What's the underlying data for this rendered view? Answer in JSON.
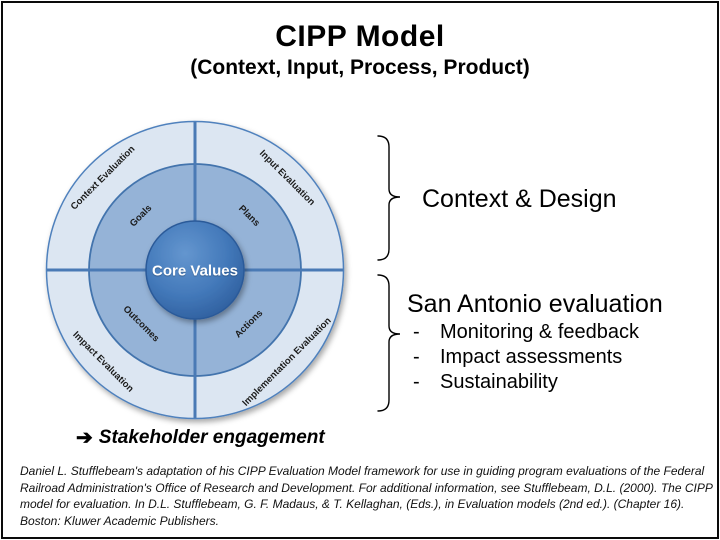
{
  "slide": {
    "title": "CIPP Model",
    "subtitle": "(Context, Input, Process, Product)"
  },
  "diagram": {
    "center": "Core Values",
    "outer_ring": {
      "top_left": "Context Evaluation",
      "top_right": "Input Evaluation",
      "bottom_left": "Impact Evaluation",
      "bottom_right": "Implementation Evaluation"
    },
    "middle_ring": {
      "top_left": "Goals",
      "top_right": "Plans",
      "bottom_left": "Outcomes",
      "bottom_right": "Actions"
    },
    "colors": {
      "outer_ring": "#dce6f2",
      "middle_ring": "#95b3d7",
      "center_gradient_top": "#6496cf",
      "center_gradient_bottom": "#2b5a99",
      "divider_line": "#4a7ab5",
      "ring_outline": "#4f81bd"
    }
  },
  "annotations": {
    "brace_top_label": "Context & Design",
    "brace_bottom": {
      "heading": "San Antonio evaluation",
      "bullet_marker": "-",
      "bullets": [
        "Monitoring & feedback",
        "Impact assessments",
        "Sustainability"
      ]
    },
    "stakeholder": {
      "arrow": "➔",
      "label": "Stakeholder engagement"
    }
  },
  "citation": "Daniel L. Stufflebeam's adaptation of his CIPP Evaluation Model framework for use in guiding program evaluations of the Federal Railroad Administration's Office of Research and Development. For additional information, see Stufflebeam, D.L. (2000). The CIPP model for evaluation. In D.L. Stufflebeam, G. F. Madaus, & T. Kellaghan, (Eds.), in Evaluation models (2nd ed.). (Chapter 16). Boston: Kluwer Academic Publishers."
}
